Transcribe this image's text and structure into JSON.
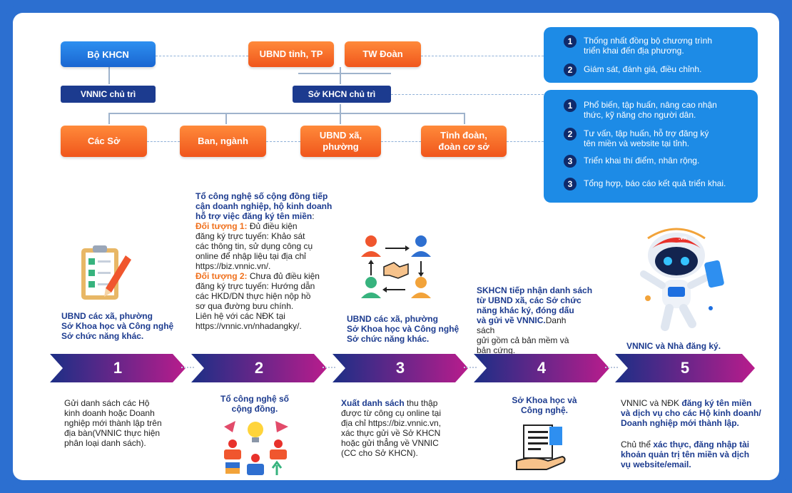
{
  "top_boxes": {
    "bo_khcn": "Bộ KHCN",
    "ubnd_tinh": "UBND tỉnh, TP",
    "tw_doan": "TW Đoàn",
    "vnnic_chu_tri": "VNNIC chủ trì",
    "so_khcn_chu_tri": "Sở KHCN chủ trì",
    "cac_so": "Các Sở",
    "ban_nganh": "Ban, ngành",
    "ubnd_xa_1": "UBND xã,",
    "ubnd_xa_2": "phường",
    "tinh_doan_1": "Tỉnh đoàn,",
    "tinh_doan_2": "đoàn cơ sở"
  },
  "panel_top": {
    "items": [
      {
        "num": "1",
        "line1": "Thống nhất đồng bộ chương trình",
        "line2": "triển khai đến địa phương."
      },
      {
        "num": "2",
        "line1": "Giám sát, đánh giá, điều chỉnh.",
        "line2": ""
      }
    ]
  },
  "panel_bottom": {
    "items": [
      {
        "num": "1",
        "line1": "Phổ biến, tập huấn, nâng cao nhận",
        "line2": "thức, kỹ năng cho người dân."
      },
      {
        "num": "2",
        "line1": "Tư vấn, tập huấn, hỗ trợ đăng ký",
        "line2": "tên miền và website tại tỉnh."
      },
      {
        "num": "3",
        "line1": "Triển khai thí điểm, nhân rộng.",
        "line2": ""
      },
      {
        "num": "3",
        "line1": "Tổng hợp, báo cáo kết quả triển khai.",
        "line2": ""
      }
    ]
  },
  "above": {
    "s1": [
      "UBND các xã, phường",
      "Sở Khoa học và Công nghệ",
      "Sở chức năng khác."
    ],
    "s2": {
      "title": [
        "Tổ công nghệ số cộng đồng tiếp",
        "cận doanh nghiệp, hộ kinh doanh",
        "hỗ trợ việc đăng ký tên miền"
      ],
      "colon": ":",
      "dt1_label": "Đối tượng 1:",
      "dt1_first": " Đủ điều kiện",
      "dt1_rest": [
        "đăng ký trực tuyến: Khảo sát",
        "các thông tin, sử dụng công cụ",
        "online để nhập liệu tại địa chỉ",
        "https://biz.vnnic.vn/."
      ],
      "dt2_label": "Đối tượng 2:",
      "dt2_first": " Chưa đủ điều kiện",
      "dt2_rest": [
        "đăng ký trực tuyến: Hướng dẫn",
        "các HKD/DN thực hiện nộp hồ",
        "sơ qua đường bưu chính.",
        "Liên hệ với các NĐK tại",
        "https://vnnic.vn/nhadangky/."
      ]
    },
    "s3": [
      "UBND các xã, phường",
      "Sở Khoa học và Công nghệ",
      "Sở chức năng khác."
    ],
    "s4": {
      "bold": [
        "SKHCN tiếp nhận danh sách",
        "từ UBND xã, các Sở chức",
        "năng khác ký, đóng dấu"
      ],
      "bold_last": "và gửi về VNNIC.",
      "normal_first": "Danh",
      "normal_rest": [
        "sách",
        "gửi gồm cả bản mềm và",
        "bản cứng."
      ]
    },
    "s5": "VNNIC và Nhà đăng ký."
  },
  "steps": [
    "1",
    "2",
    "3",
    "4",
    "5"
  ],
  "below": {
    "s1": [
      "Gửi danh sách các Hộ",
      "kinh doanh hoặc Doanh",
      "nghiệp mới thành lập trên",
      "địa bàn(VNNIC thực hiện",
      "phân loại danh sách)."
    ],
    "s2": [
      "Tổ công nghệ số",
      "cộng đồng."
    ],
    "s3": {
      "bold": "Xuất danh sách",
      "first_rest": " thu thập",
      "rest": [
        "được từ công cụ online tại",
        "địa chỉ https://biz.vnnic.vn,",
        "xác thực gửi về Sở KHCN",
        "hoặc gửi thẳng về VNNIC",
        "(CC cho Sở KHCN)."
      ]
    },
    "s4": [
      "Sở Khoa học và",
      "Công nghệ."
    ],
    "s5": {
      "p1_normal": "VNNIC và NĐK ",
      "p1_bold_first": "đăng ký tên miền",
      "p1_bold_rest": [
        "và dịch vụ cho các Hộ kinh doanh/",
        "Doanh nghiệp mới thành lập."
      ],
      "p2_normal": "Chủ thể ",
      "p2_bold_first": "xác thực, đăng nhập tài",
      "p2_bold_rest": [
        "khoản quản trị tên miền và dịch",
        "vụ website/email."
      ]
    }
  },
  "mascot_badge": ".vn",
  "colors": {
    "navy": "#1c3b8f",
    "orange": "#f0701c",
    "blue": "#1d8be6",
    "frame": "#2c6fd0"
  }
}
